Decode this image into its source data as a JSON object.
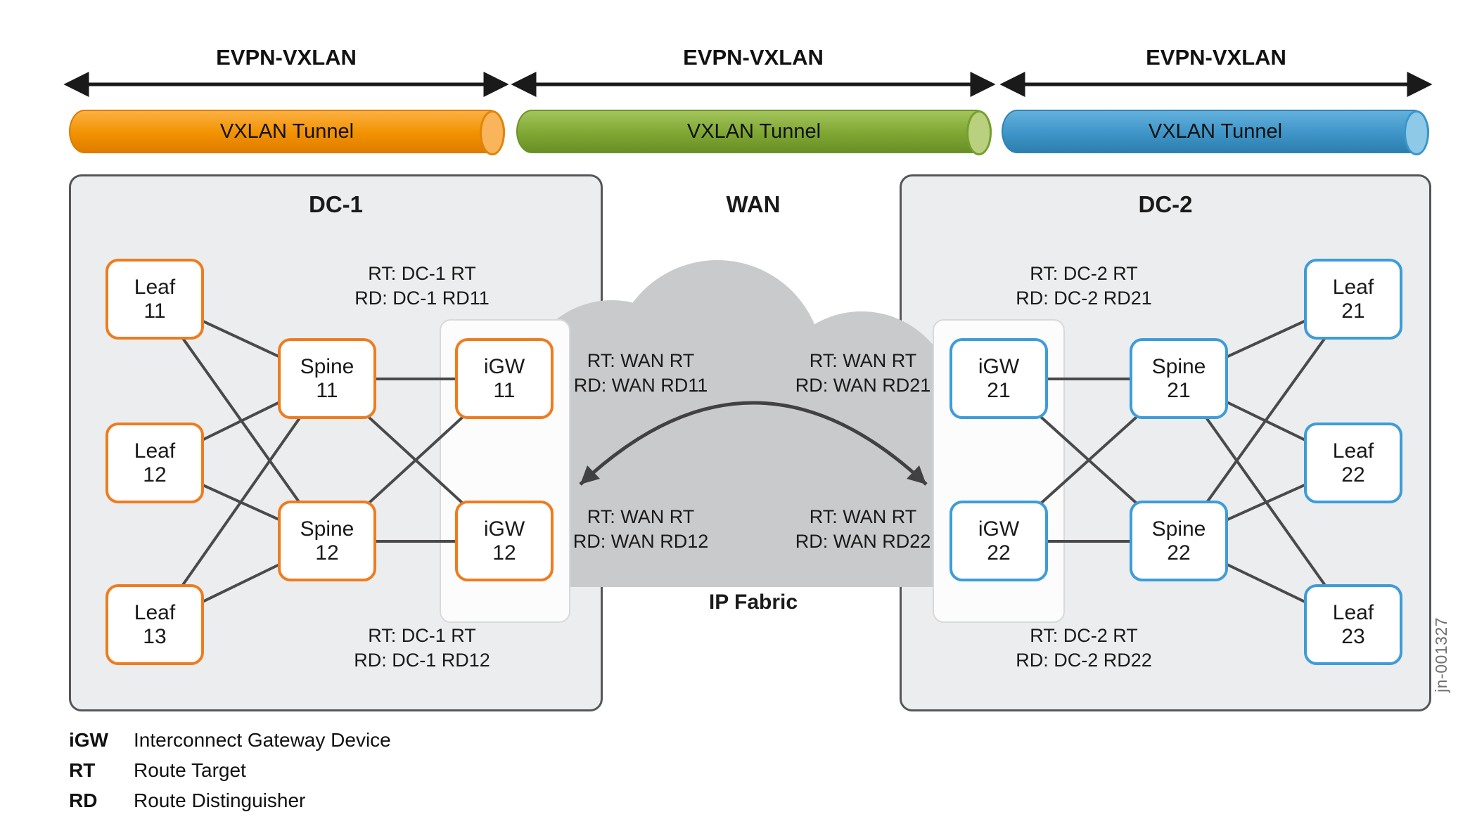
{
  "tunnels": [
    {
      "evpn_label": "EVPN-VXLAN",
      "tunnel_label": "VXLAN Tunnel",
      "color": "#F29200"
    },
    {
      "evpn_label": "EVPN-VXLAN",
      "tunnel_label": "VXLAN Tunnel",
      "color": "#7FA733"
    },
    {
      "evpn_label": "EVPN-VXLAN",
      "tunnel_label": "VXLAN Tunnel",
      "color": "#3E95C8"
    }
  ],
  "dc1": {
    "title": "DC-1",
    "rt_top": "RT: DC-1 RT\nRD: DC-1 RD11",
    "rt_bottom": "RT: DC-1 RT\nRD: DC-1 RD12",
    "nodes": {
      "leaf11": "Leaf\n11",
      "leaf12": "Leaf\n12",
      "leaf13": "Leaf\n13",
      "spine11": "Spine\n11",
      "spine12": "Spine\n12",
      "igw11": "iGW\n11",
      "igw12": "iGW\n12"
    }
  },
  "wan": {
    "title": "WAN",
    "fabric_label": "IP Fabric",
    "rt_top_left": "RT: WAN RT\nRD: WAN RD11",
    "rt_top_right": "RT: WAN RT\nRD: WAN RD21",
    "rt_bottom_left": "RT: WAN RT\nRD: WAN RD12",
    "rt_bottom_right": "RT: WAN RT\nRD: WAN RD22"
  },
  "dc2": {
    "title": "DC-2",
    "rt_top": "RT: DC-2 RT\nRD: DC-2 RD21",
    "rt_bottom": "RT: DC-2 RT\nRD: DC-2 RD22",
    "nodes": {
      "igw21": "iGW\n21",
      "igw22": "iGW\n22",
      "spine21": "Spine\n21",
      "spine22": "Spine\n22",
      "leaf21": "Leaf\n21",
      "leaf22": "Leaf\n22",
      "leaf23": "Leaf\n23"
    }
  },
  "legend": {
    "items": [
      {
        "term": "iGW",
        "definition": "Interconnect Gateway Device"
      },
      {
        "term": "RT",
        "definition": "Route Target"
      },
      {
        "term": "RD",
        "definition": "Route Distinguisher"
      }
    ]
  },
  "figure": {
    "id_label": "jn-001327"
  },
  "colors": {
    "orange": "#EE7C1F",
    "blue": "#3E9CD9",
    "green": "#7FA733",
    "link_line": "#4A4A4C",
    "cloud": "#C9CACC",
    "dc_box_fill": "#ECEDEE"
  }
}
